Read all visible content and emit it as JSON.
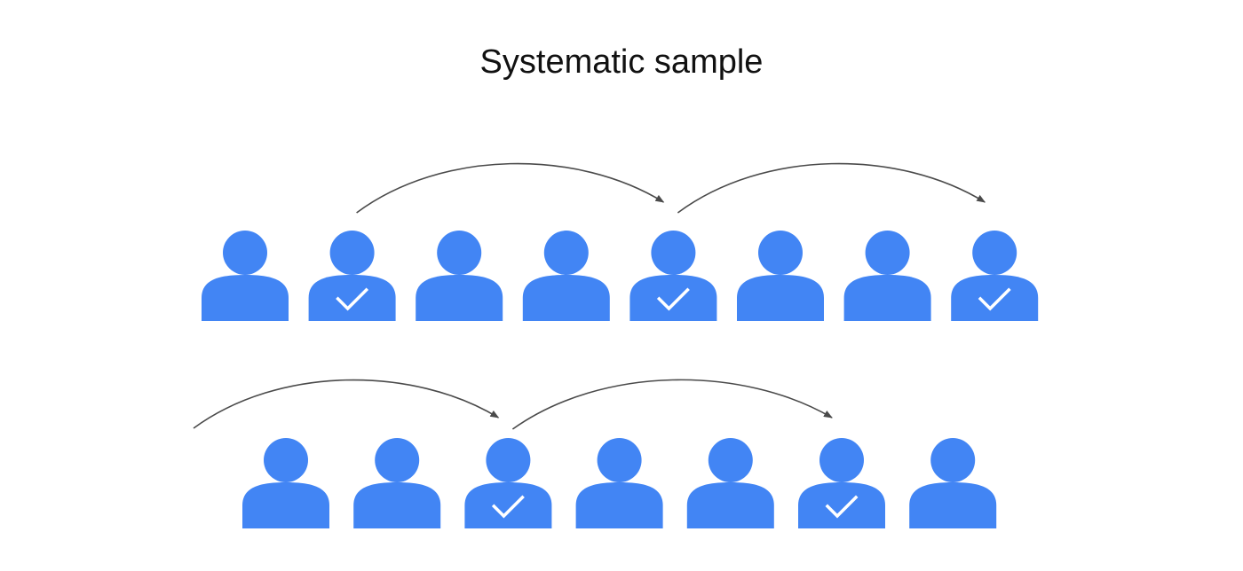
{
  "title": "Systematic sample",
  "colors": {
    "person": "#4285F4",
    "check": "#ffffff",
    "arrow": "#4a4a4a",
    "title": "#111111"
  },
  "rows": [
    {
      "people": [
        {
          "selected": false
        },
        {
          "selected": true
        },
        {
          "selected": false
        },
        {
          "selected": false
        },
        {
          "selected": true
        },
        {
          "selected": false
        },
        {
          "selected": false
        },
        {
          "selected": true
        }
      ],
      "arrows": [
        {
          "from": 1,
          "to": 4
        },
        {
          "from": 4,
          "to": 7
        }
      ]
    },
    {
      "people": [
        {
          "selected": false
        },
        {
          "selected": false
        },
        {
          "selected": true
        },
        {
          "selected": false
        },
        {
          "selected": false
        },
        {
          "selected": true
        },
        {
          "selected": false
        }
      ],
      "arrows": [
        {
          "from": -1,
          "to": 2
        },
        {
          "from": 2,
          "to": 5
        }
      ]
    }
  ]
}
